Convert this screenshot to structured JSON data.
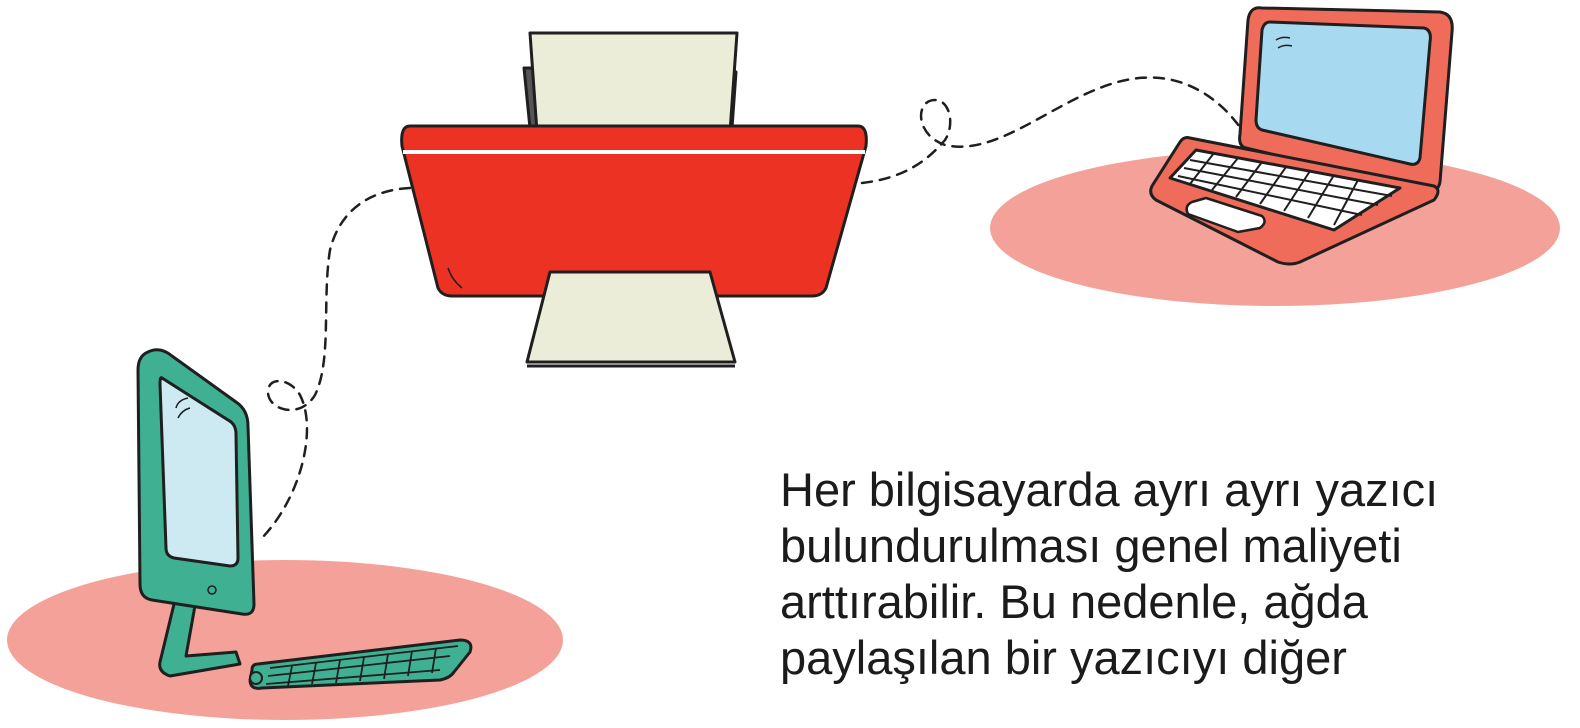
{
  "slide": {
    "caption_lines": [
      "Her bilgisayarda ayrı ayrı yazıcı",
      "bulundurulması genel maliyeti",
      "arttırabilir. Bu nedenle, ağda",
      "paylaşılan bir yazıcıyı diğer"
    ]
  },
  "colors": {
    "printer_red": "#ec3323",
    "paper": "#ecedd8",
    "laptop_red": "#ef6c5b",
    "screen_blue": "#a7daf1",
    "desktop_green": "#3fb192",
    "screen_light": "#cde9f2",
    "platform_pink": "#f4a19a",
    "outline": "#1f1f1f"
  },
  "icons": [
    "printer-icon",
    "laptop-icon",
    "desktop-computer-icon",
    "keyboard-icon"
  ]
}
